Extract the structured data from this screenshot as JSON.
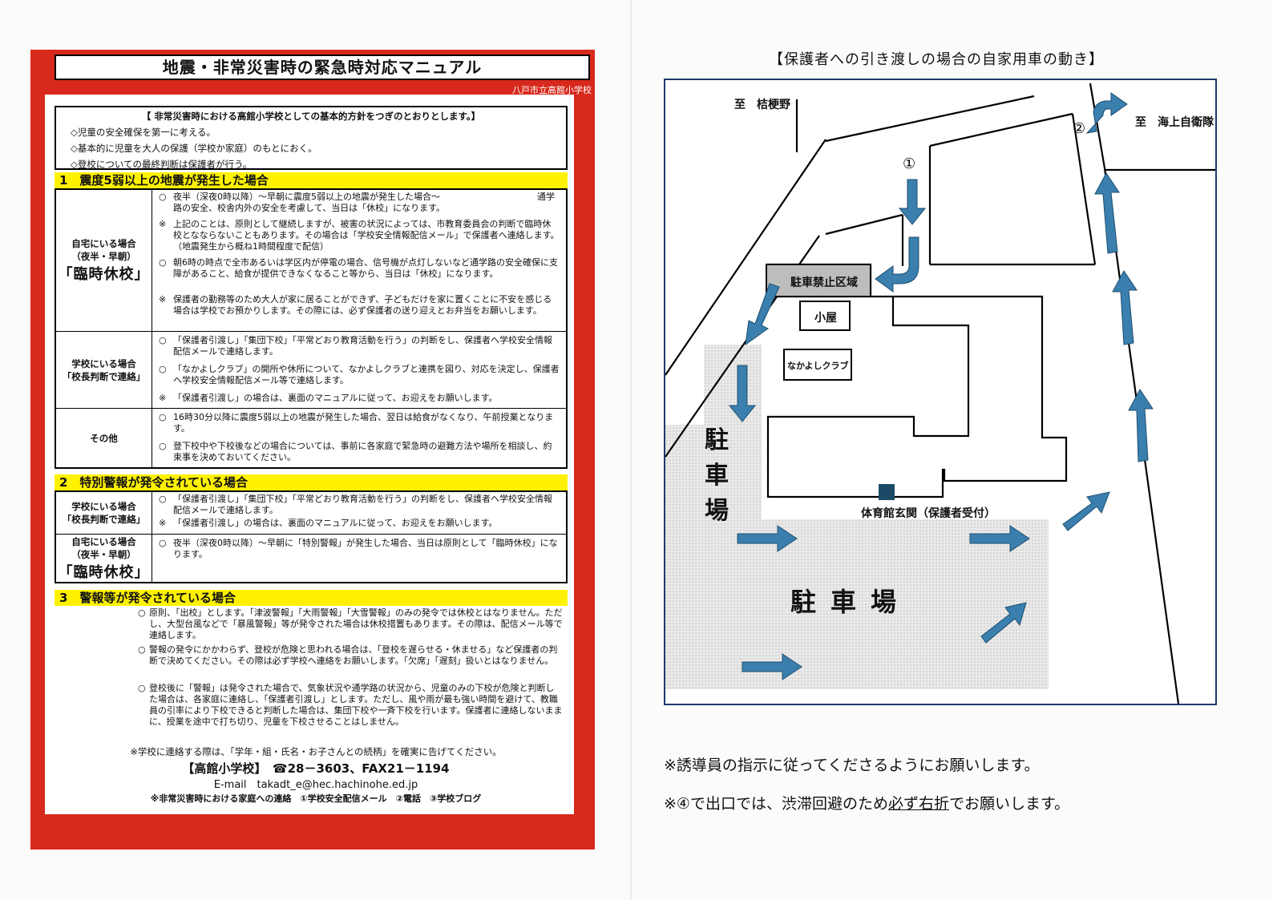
{
  "left": {
    "title": "地震・非常災害時の緊急時対応マニュアル",
    "school": "八戸市立高館小学校",
    "policy": {
      "heading": "【 非常災害時における高館小学校としての基本的方針をつぎのとおりとします。】",
      "items": [
        "◇児童の安全確保を第一に考える。",
        "◇基本的に児童を大人の保護（学校か家庭）のもとにおく。",
        "◇登校についての最終判断は保護者が行う。"
      ]
    },
    "section1": {
      "title": "1　震度5弱以上の地震が発生した場合",
      "home_label": "自宅にいる場合",
      "home_sub": "（夜半・早朝）",
      "home_big": "「臨時休校」",
      "home_items": [
        {
          "mark": "○",
          "text": "夜半（深夜0時以降）～早朝に震度5弱以上の地震が発生した場合～　　　　　　　　　　　通学路の安全、校舎内外の安全を考慮して、当日は「休校」になります。"
        },
        {
          "mark": "※",
          "text": "上記のことは、原則として継続しますが、被害の状況によっては、市教育委員会の判断で臨時休校となならないこともあります。その場合は「学校安全情報配信メール」で保護者へ連絡します。（地震発生から概ね1時間程度で配信）"
        },
        {
          "mark": "○",
          "text": "朝6時の時点で全市あるいは学区内が停電の場合、信号機が点灯しないなど通学路の安全確保に支障があること、給食が提供できなくなること等から、当日は「休校」になります。"
        },
        {
          "mark": "※",
          "text": "保護者の勤務等のため大人が家に居ることができず、子どもだけを家に置くことに不安を感じる場合は学校でお預かりします。その際には、必ず保護者の送り迎えとお弁当をお願いします。"
        }
      ],
      "school_label": "学校にいる場合",
      "school_sub": "「校長判断で連絡」",
      "school_items": [
        {
          "mark": "○",
          "text": "「保護者引渡し」「集団下校」「平常どおり教育活動を行う」の判断をし、保護者へ学校安全情報配信メールで連絡します。"
        },
        {
          "mark": "○",
          "text": "「なかよしクラブ」の開所や休所について、なかよしクラブと連携を図り、対応を決定し、保護者へ学校安全情報配信メール等で連絡します。"
        },
        {
          "mark": "※",
          "text": "「保護者引渡し」の場合は、裏面のマニュアルに従って、お迎えをお願いします。"
        }
      ],
      "other_label": "その他",
      "other_items": [
        {
          "mark": "○",
          "text": "16時30分以降に震度5弱以上の地震が発生した場合、翌日は給食がなくなり、午前授業となります。"
        },
        {
          "mark": "○",
          "text": "登下校中や下校後などの場合については、事前に各家庭で緊急時の避難方法や場所を相談し、約束事を決めておいてください。"
        }
      ]
    },
    "section2": {
      "title": "2　特別警報が発令されている場合",
      "school_label": "学校にいる場合",
      "school_sub": "「校長判断で連絡」",
      "school_items": [
        {
          "mark": "○",
          "text": "「保護者引渡し」「集団下校」「平常どおり教育活動を行う」の判断をし、保護者へ学校安全情報配信メールで連絡します。"
        },
        {
          "mark": "※",
          "text": "「保護者引渡し」の場合は、裏面のマニュアルに従って、お迎えをお願いします。"
        }
      ],
      "home_label": "自宅にいる場合",
      "home_sub": "（夜半・早朝）",
      "home_big": "「臨時休校」",
      "home_items": [
        {
          "mark": "○",
          "text": "夜半（深夜0時以降）～早朝に「特別警報」が発生した場合、当日は原則として「臨時休校」になります。"
        }
      ]
    },
    "section3": {
      "title": "3　警報等が発令されている場合",
      "items": [
        {
          "mark": "○",
          "text": "原則、「出校」とします。「津波警報」「大雨警報」「大雪警報」のみの発令では休校とはなりません。ただし、大型台風などで「暴風警報」等が発令された場合は休校措置もあります。その際は、配信メール等で連絡します。"
        },
        {
          "mark": "○",
          "text": "警報の発令にかかわらず、登校が危険と思われる場合は、「登校を遅らせる・休ませる」など保護者の判断で決めてください。その際は必ず学校へ連絡をお願いします。「欠席」「遅刻」扱いとはなりません。"
        },
        {
          "mark": "○",
          "text": "登校後に「警報」は発令された場合で、気象状況や通学路の状況から、児童のみの下校が危険と判断した場合は、各家庭に連絡し、「保護者引渡し」とします。ただし、風や雨が最も強い時間を避けて、教職員の引率により下校できると判断した場合は、集団下校や一斉下校を行います。保護者に連絡しないままに、授業を途中で打ち切り、児童を下校させることはしません。"
        }
      ]
    },
    "footer": {
      "note": "※学校に連絡する際は、「学年・組・氏名・お子さんとの続柄」を確実に告げてください。",
      "contact": "【高館小学校】　☎28－3603、FAX21－1194",
      "email": "E-mail　takadt_e@hec.hachinohe.ed.jp",
      "channels": "※非常災害時における家庭への連絡　①学校安全配信メール　②電話　③学校ブログ"
    }
  },
  "right": {
    "title": "【保護者への引き渡しの場合の自家用車の動き】",
    "map": {
      "to_kikyono": "至　桔梗野",
      "to_kaijo": "至　海上自衛隊",
      "marker1": "①",
      "marker2": "②",
      "no_parking": "駐車禁止区域",
      "hut": "小屋",
      "club": "なかよしクラブ",
      "gym_entrance": "体育館玄関（保護者受付）",
      "parking_vertical": [
        "駐",
        "車",
        "場"
      ],
      "parking_main": "駐車場",
      "arrow_color": "#3a7fae"
    },
    "note1": "※誘導員の指示に従ってくださるようにお願いします。",
    "note2_a": "※④で出口では、渋滞回避のため",
    "note2_b": "必ず右折",
    "note2_c": "でお願いします。"
  }
}
